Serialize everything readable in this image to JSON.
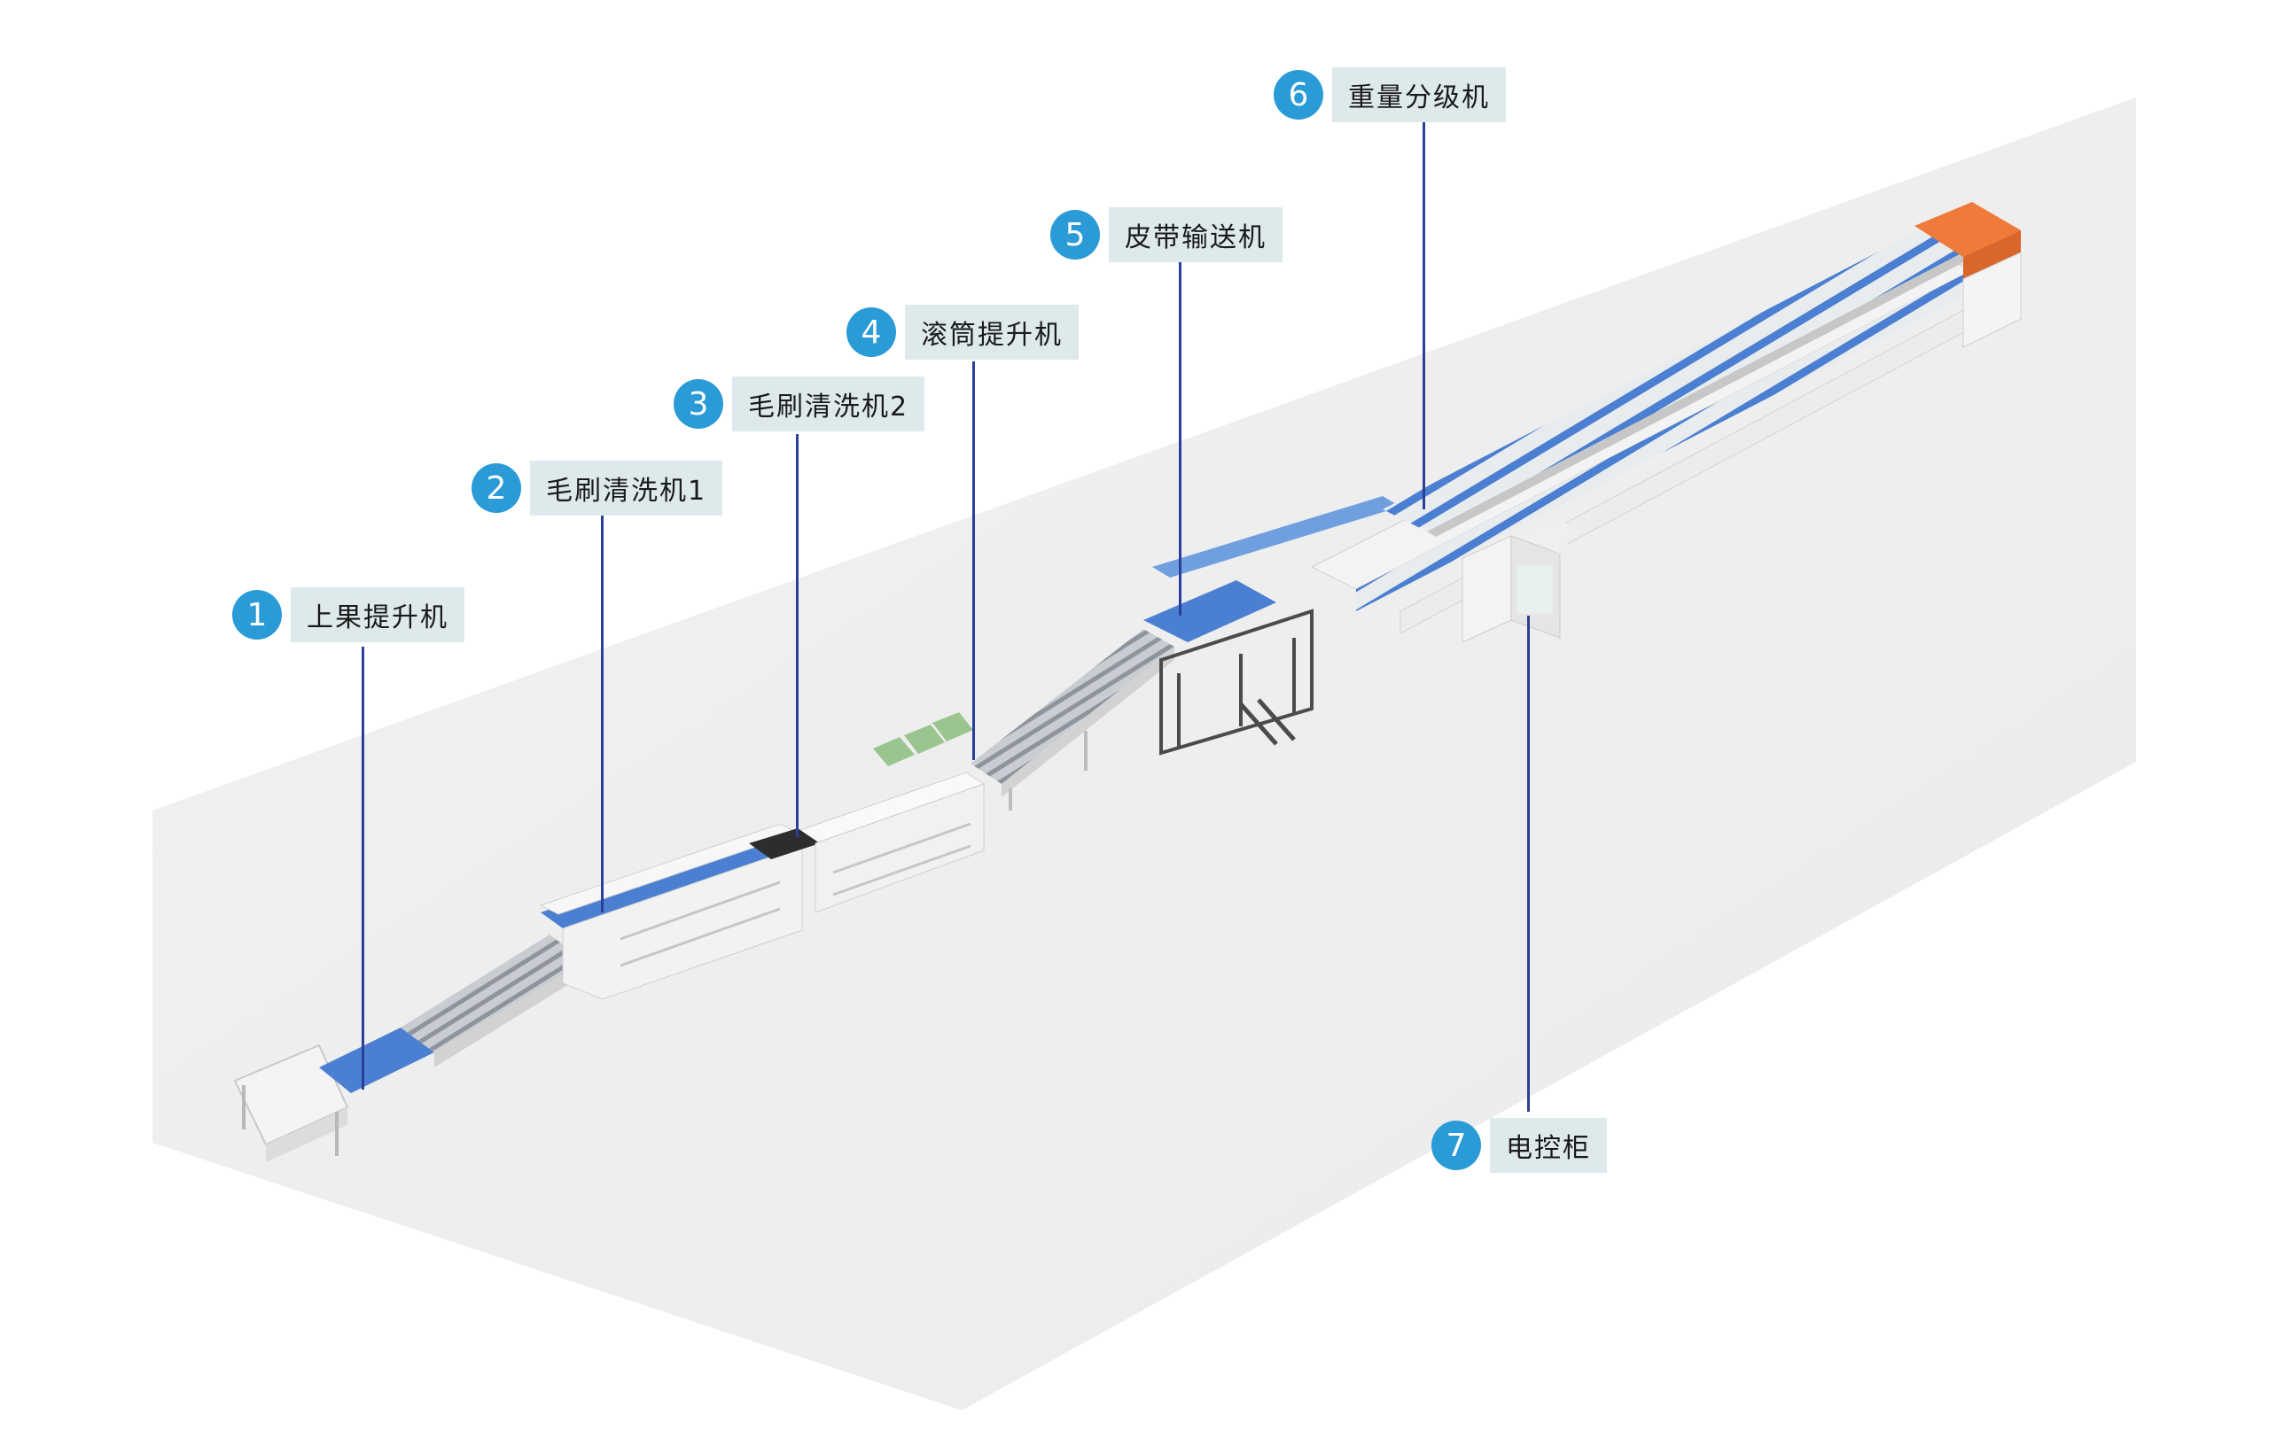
{
  "colors": {
    "floor": "#efefef",
    "accent_blue": "#2a9bd6",
    "label_bg": "#dde9ea",
    "leader_line": "#2b3f9a",
    "belt_blue": "#4a7fd1",
    "frame_white": "#f6f6f6",
    "cap_orange": "#ef7a3a"
  },
  "callouts": [
    {
      "number": "1",
      "label": "上果提升机"
    },
    {
      "number": "2",
      "label": "毛刷清洗机1"
    },
    {
      "number": "3",
      "label": "毛刷清洗机2"
    },
    {
      "number": "4",
      "label": "滚筒提升机"
    },
    {
      "number": "5",
      "label": "皮带输送机"
    },
    {
      "number": "6",
      "label": "重量分级机"
    },
    {
      "number": "7",
      "label": "电控柜"
    }
  ]
}
